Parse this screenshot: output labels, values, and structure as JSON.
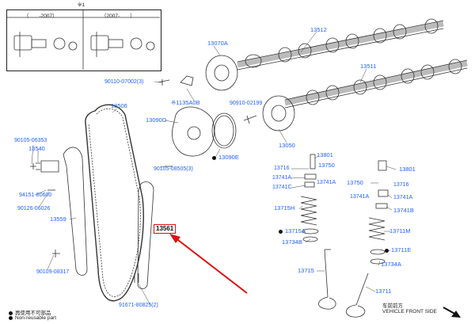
{
  "inset": {
    "note_mark": "※1",
    "col_a": "（　　-2007）",
    "col_b": "（2007-　　）"
  },
  "labels": {
    "p13512": "13512",
    "p13511": "13511",
    "p13070A": "13070A",
    "p90110": "90110-07002(3)",
    "p135A0B": "※1135A0B",
    "p90910": "90910-02199",
    "p13506": "13506",
    "p13090D": "13090D",
    "p13050": "13050",
    "p13090E": "13090E",
    "p90105_06353": "90105-06353",
    "p13540": "13540",
    "p90105_08505": "90105-08505(3)",
    "p13801a": "13801",
    "p13716": "13716",
    "p13750a": "13750",
    "p13741Aa": "13741A",
    "p13741C": "13741C",
    "p13741Ab": "13741A",
    "p13801b": "13801",
    "p13750b": "13750",
    "p13716b": "13716",
    "p13741Ac": "13741A",
    "p13741Ad": "13741A",
    "p94151": "94151-80600",
    "p90126": "90126-06026",
    "p13715H": "13715H",
    "p13741B": "13741B",
    "p13559": "13559",
    "p13561": "13561",
    "p13715A": "13715A",
    "p13711M": "13711M",
    "p13734B": "13734B",
    "p13711E": "13711E",
    "p13734A": "13734A",
    "p90109": "90109-08317",
    "p13715": "13715",
    "p13711": "13711",
    "p91671": "91671-80825(2)"
  },
  "legend": {
    "reuse_cn": "再使用不可部品",
    "reuse_en": "Non-reusable part"
  },
  "direction": {
    "cn": "车前前方",
    "en": "VEHICLE FRONT SIDE"
  },
  "colors": {
    "part_label": "#2060ff",
    "highlight_box": "#e01010",
    "callout_arrow": "#e01010",
    "line_art": "#333333"
  },
  "highlighted_part": "13561"
}
